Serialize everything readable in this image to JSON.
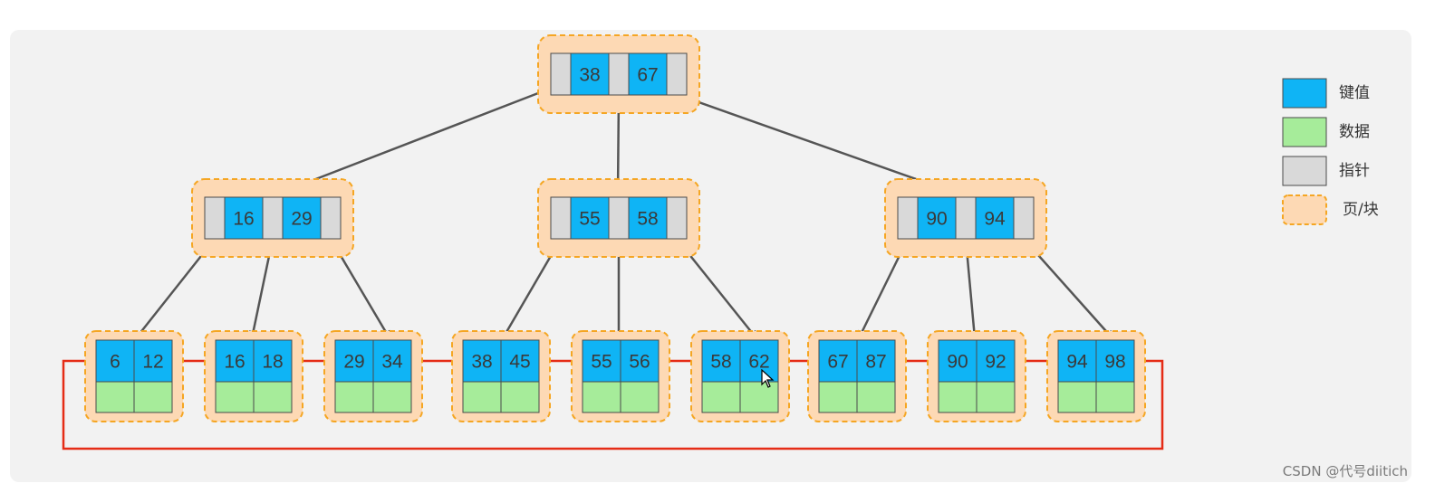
{
  "tree": {
    "root": {
      "keys": [
        "38",
        "67"
      ]
    },
    "internal": [
      {
        "keys": [
          "16",
          "29"
        ]
      },
      {
        "keys": [
          "55",
          "58"
        ]
      },
      {
        "keys": [
          "90",
          "94"
        ]
      }
    ],
    "leaves": [
      {
        "keys": [
          "6",
          "12"
        ]
      },
      {
        "keys": [
          "16",
          "18"
        ]
      },
      {
        "keys": [
          "29",
          "34"
        ]
      },
      {
        "keys": [
          "38",
          "45"
        ]
      },
      {
        "keys": [
          "55",
          "56"
        ]
      },
      {
        "keys": [
          "58",
          "62"
        ]
      },
      {
        "keys": [
          "67",
          "87"
        ]
      },
      {
        "keys": [
          "90",
          "92"
        ]
      },
      {
        "keys": [
          "94",
          "98"
        ]
      }
    ]
  },
  "legend": {
    "items": [
      {
        "label": "键值",
        "color": "#0fb4f5"
      },
      {
        "label": "数据",
        "color": "#a6ec9a"
      },
      {
        "label": "指针",
        "color": "#d9d9d9"
      },
      {
        "label": "页/块",
        "color": "#fdd9b4"
      }
    ]
  },
  "watermark": "CSDN @代号diitich",
  "colors": {
    "key": "#0fb4f5",
    "data": "#a6ec9a",
    "pointer": "#d9d9d9",
    "page": "#fdd9b4",
    "page_border": "#f5a623",
    "edge": "#555555",
    "leaf_link": "#e52c16"
  }
}
